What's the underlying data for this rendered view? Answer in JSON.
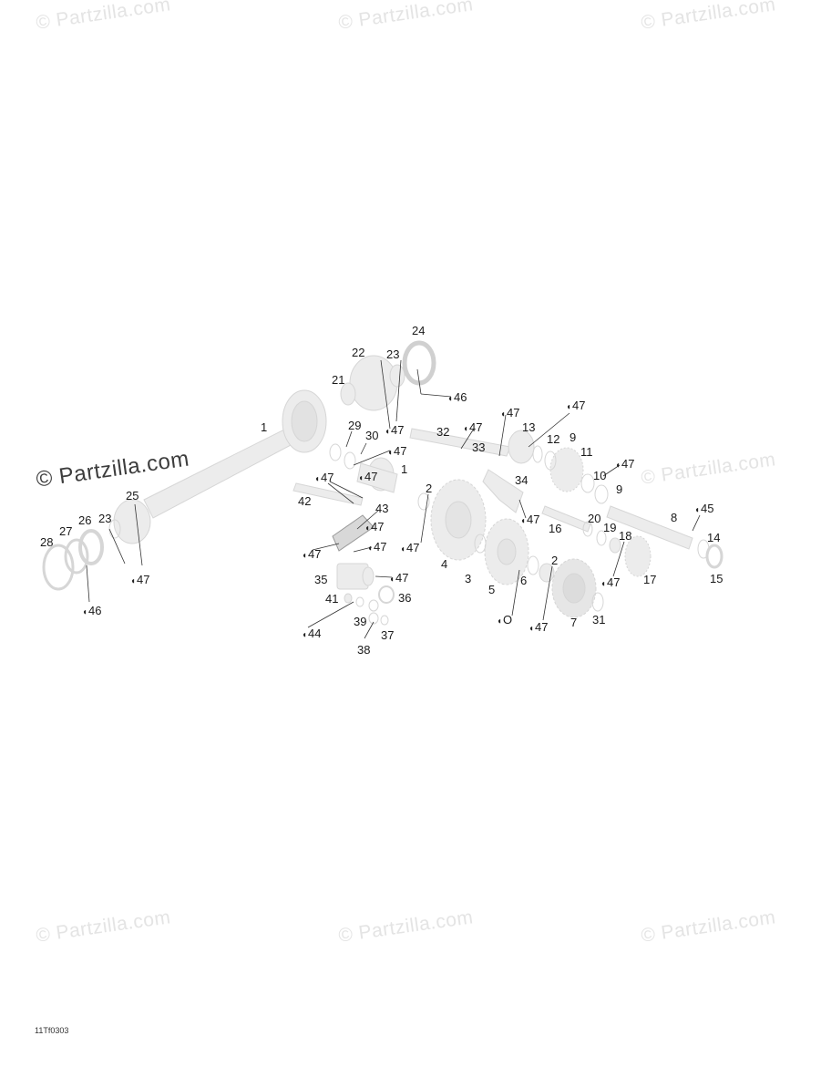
{
  "watermark": {
    "text": "© Partzilla.com"
  },
  "figure_code": "11Tf0303",
  "fluid_symbol": "drop-icon",
  "callouts": [
    {
      "id": "c1",
      "label": "1"
    },
    {
      "id": "c2",
      "label": "2"
    },
    {
      "id": "c3",
      "label": "3"
    },
    {
      "id": "c4",
      "label": "4"
    },
    {
      "id": "c5",
      "label": "5"
    },
    {
      "id": "c6",
      "label": "6"
    },
    {
      "id": "c7",
      "label": "7"
    },
    {
      "id": "c8",
      "label": "8"
    },
    {
      "id": "c9",
      "label": "9"
    },
    {
      "id": "c10",
      "label": "10"
    },
    {
      "id": "c11",
      "label": "11"
    },
    {
      "id": "c12",
      "label": "12"
    },
    {
      "id": "c13",
      "label": "13"
    },
    {
      "id": "c14",
      "label": "14"
    },
    {
      "id": "c15",
      "label": "15"
    },
    {
      "id": "c16",
      "label": "16"
    },
    {
      "id": "c17",
      "label": "17"
    },
    {
      "id": "c18",
      "label": "18"
    },
    {
      "id": "c19",
      "label": "19"
    },
    {
      "id": "c20",
      "label": "20"
    },
    {
      "id": "c21",
      "label": "21"
    },
    {
      "id": "c22",
      "label": "22"
    },
    {
      "id": "c23",
      "label": "23"
    },
    {
      "id": "c24",
      "label": "24"
    },
    {
      "id": "c25",
      "label": "25"
    },
    {
      "id": "c26",
      "label": "26"
    },
    {
      "id": "c27",
      "label": "27"
    },
    {
      "id": "c28",
      "label": "28"
    },
    {
      "id": "c29",
      "label": "29"
    },
    {
      "id": "c30",
      "label": "30"
    },
    {
      "id": "c31",
      "label": "31"
    },
    {
      "id": "c32",
      "label": "32"
    },
    {
      "id": "c33",
      "label": "33"
    },
    {
      "id": "c34",
      "label": "34"
    },
    {
      "id": "c35",
      "label": "35"
    },
    {
      "id": "c36",
      "label": "36"
    },
    {
      "id": "c37",
      "label": "37"
    },
    {
      "id": "c38",
      "label": "38"
    },
    {
      "id": "c39",
      "label": "39"
    },
    {
      "id": "c41",
      "label": "41"
    },
    {
      "id": "c42",
      "label": "42"
    },
    {
      "id": "c43",
      "label": "43"
    },
    {
      "id": "c1b",
      "label": "1"
    },
    {
      "id": "c2b",
      "label": "2"
    },
    {
      "id": "c9b",
      "label": "9"
    },
    {
      "id": "c23b",
      "label": "23"
    },
    {
      "id": "f46a",
      "label": "46"
    },
    {
      "id": "f46b",
      "label": "46"
    },
    {
      "id": "f47a",
      "label": "47"
    },
    {
      "id": "f47b",
      "label": "47"
    },
    {
      "id": "f47c",
      "label": "47"
    },
    {
      "id": "f47d",
      "label": "47"
    },
    {
      "id": "f47e",
      "label": "47"
    },
    {
      "id": "f47f",
      "label": "47"
    },
    {
      "id": "f47g",
      "label": "47"
    },
    {
      "id": "f47h",
      "label": "47"
    },
    {
      "id": "f47i",
      "label": "47"
    },
    {
      "id": "f47j",
      "label": "47"
    },
    {
      "id": "f47k",
      "label": "47"
    },
    {
      "id": "f47l",
      "label": "47"
    },
    {
      "id": "f47m",
      "label": "47"
    },
    {
      "id": "f47n",
      "label": "47"
    },
    {
      "id": "f47o",
      "label": "47"
    },
    {
      "id": "f47p",
      "label": "47"
    },
    {
      "id": "f47q",
      "label": "47"
    },
    {
      "id": "f45",
      "label": "45"
    },
    {
      "id": "f44",
      "label": "44"
    },
    {
      "id": "f0",
      "label": "O"
    }
  ]
}
